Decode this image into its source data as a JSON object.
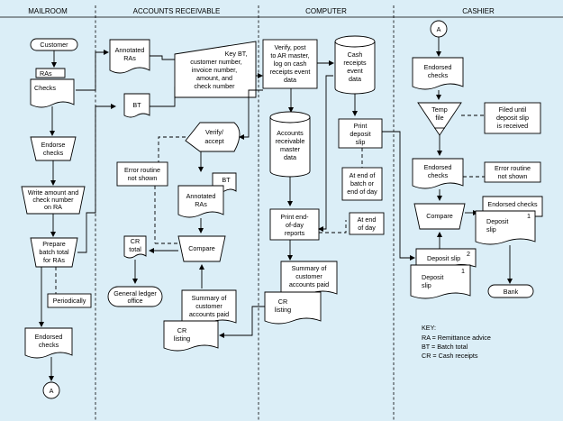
{
  "lanes": {
    "mailroom": "MAILROOM",
    "accounts_receivable": "ACCOUNTS RECEIVABLE",
    "computer": "COMPUTER",
    "cashier": "CASHIER"
  },
  "mailroom": {
    "customer": "Customer",
    "ras": "RAs",
    "checks": "Checks",
    "endorse_1": "Endorse",
    "endorse_2": "checks",
    "write_1": "Write amount and",
    "write_2": "check number",
    "write_3": "on RA",
    "prepare_1": "Prepare",
    "prepare_2": "batch total",
    "prepare_3": "for RAs",
    "periodically": "Periodically",
    "endorsed_1": "Endorsed",
    "endorsed_2": "checks",
    "connector": "A"
  },
  "ar": {
    "annotated_1": "Annotated",
    "annotated_2": "RAs",
    "bt": "BT",
    "key_1": "Key BT,",
    "key_2": "customer number,",
    "key_3": "invoice number,",
    "key_4": "amount, and",
    "key_5": "check number",
    "verify_1": "Verify/",
    "verify_2": "accept",
    "error_1": "Error routine",
    "error_2": "not shown",
    "bt2": "BT",
    "annotated2_1": "Annotated",
    "annotated2_2": "RAs",
    "cr_1": "CR",
    "cr_2": "total",
    "compare": "Compare",
    "gl_1": "General ledger",
    "gl_2": "office",
    "summary_1": "Summary of",
    "summary_2": "customer",
    "summary_3": "accounts paid",
    "crl_1": "CR",
    "crl_2": "listing"
  },
  "computer": {
    "verify_1": "Verify, post",
    "verify_2": "to AR master,",
    "verify_3": "log on cash",
    "verify_4": "receipts event",
    "verify_5": "data",
    "cash_1": "Cash",
    "cash_2": "receipts",
    "cash_3": "event",
    "cash_4": "data",
    "ar_1": "Accounts",
    "ar_2": "receivable",
    "ar_3": "master",
    "ar_4": "data",
    "print_dep_1": "Print",
    "print_dep_2": "deposit",
    "print_dep_3": "slip",
    "batch_1": "At end of",
    "batch_2": "batch or",
    "batch_3": "end of day",
    "print_end_1": "Print end-",
    "print_end_2": "of-day",
    "print_end_3": "reports",
    "eod_1": "At end",
    "eod_2": "of day",
    "summary_1": "Summary of",
    "summary_2": "customer",
    "summary_3": "accounts paid",
    "crl_1": "CR",
    "crl_2": "listing"
  },
  "cashier": {
    "connector": "A",
    "endorsed_1": "Endorsed",
    "endorsed_2": "checks",
    "temp_1": "Temp",
    "temp_2": "file",
    "filed_1": "Filed until",
    "filed_2": "deposit slip",
    "filed_3": "is received",
    "endorsed2_1": "Endorsed",
    "endorsed2_2": "checks",
    "error_1": "Error routine",
    "error_2": "not shown",
    "compare": "Compare",
    "endorsed3": "Endorsed checks",
    "deposit_1": "Deposit",
    "deposit_2": "slip",
    "deposit_num1": "1",
    "deposit2": "Deposit slip",
    "deposit2_num": "2",
    "deposit3_1": "Deposit",
    "deposit3_2": "slip",
    "deposit3_num": "1",
    "bank": "Bank"
  },
  "key": {
    "title": "KEY:",
    "ra": "RA = Remittance advice",
    "bt": "BT = Batch total",
    "cr": "CR = Cash receipts"
  }
}
